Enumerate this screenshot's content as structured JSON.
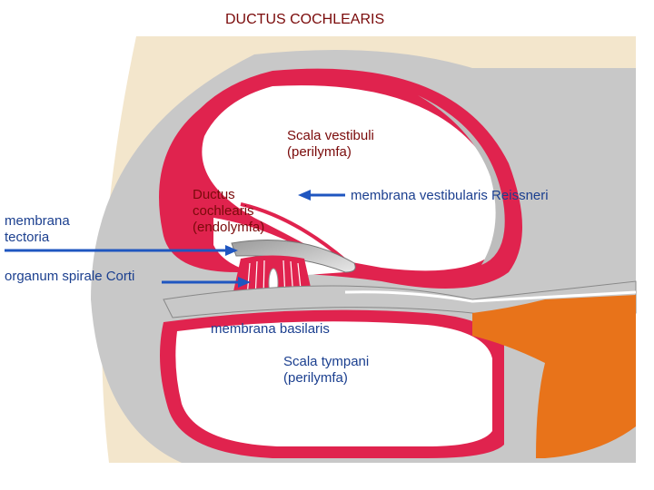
{
  "title": "DUCTUS COCHLEARIS",
  "labels": {
    "scala_vestibuli": [
      "Scala vestibuli",
      "(perilymfa)"
    ],
    "ductus_cochlearis": [
      "Ductus",
      "cochlearis",
      "(endolymfa)"
    ],
    "membrana_vestibularis": "membrana vestibularis Reissneri",
    "membrana_tectoria": [
      "membrana",
      "tectoria"
    ],
    "organum_spirale": "organum spirale Corti",
    "membrana_basilaris": "membrana basilaris",
    "scala_tympani": [
      "Scala tympani",
      "(perilymfa)"
    ]
  },
  "colors": {
    "background_tissue": "#f3e6cc",
    "bone": "#c8c8c8",
    "epithelium": "#e0234e",
    "nerve": "#e8731a",
    "arrow": "#1f56c0",
    "text_dark": "#7a0a0a",
    "text_blue": "#1b3f8f"
  }
}
